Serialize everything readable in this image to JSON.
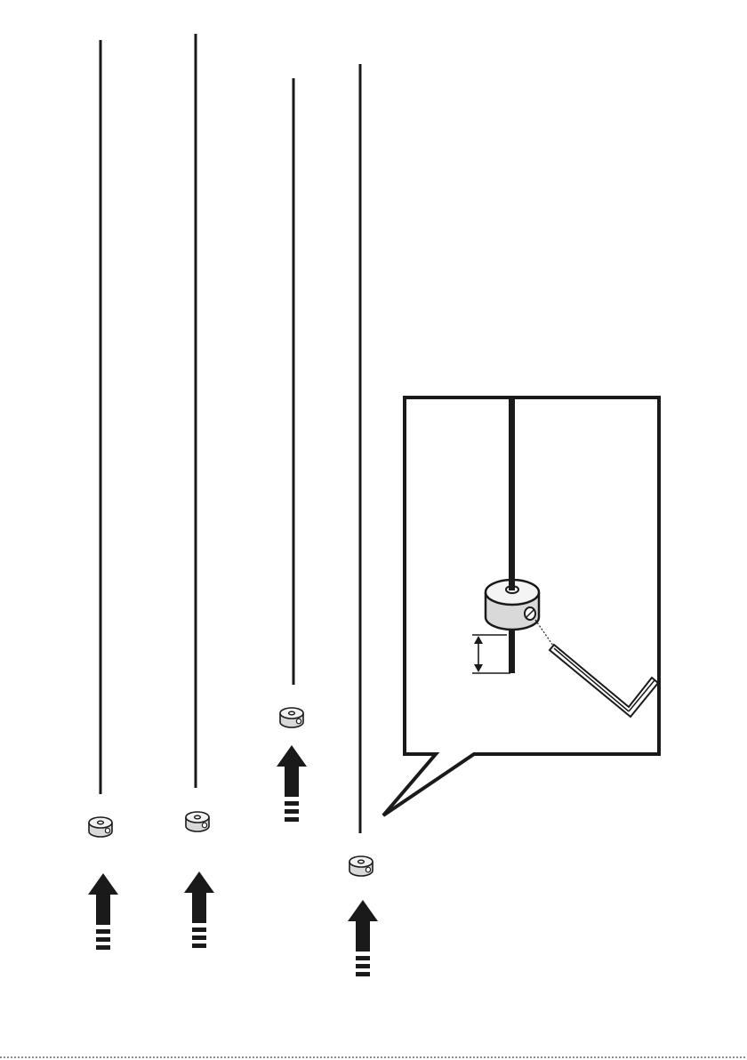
{
  "figure": {
    "rods": [
      {
        "id": "rod-1",
        "collar": "stop-collar-1",
        "arrow": "push-up-arrow-1"
      },
      {
        "id": "rod-2",
        "collar": "stop-collar-2",
        "arrow": "push-up-arrow-2"
      },
      {
        "id": "rod-3",
        "collar": "stop-collar-3",
        "arrow": "push-up-arrow-3"
      },
      {
        "id": "rod-4",
        "collar": "stop-collar-4",
        "arrow": "push-up-arrow-4"
      }
    ],
    "callout": {
      "parts": [
        "rod",
        "stop-collar",
        "set-screw",
        "hex-key",
        "gap-dimension-arrow"
      ]
    },
    "colors": {
      "ink": "#1a1a1a",
      "paper": "#ffffff",
      "collar_shade": "#d9d9d9"
    }
  }
}
